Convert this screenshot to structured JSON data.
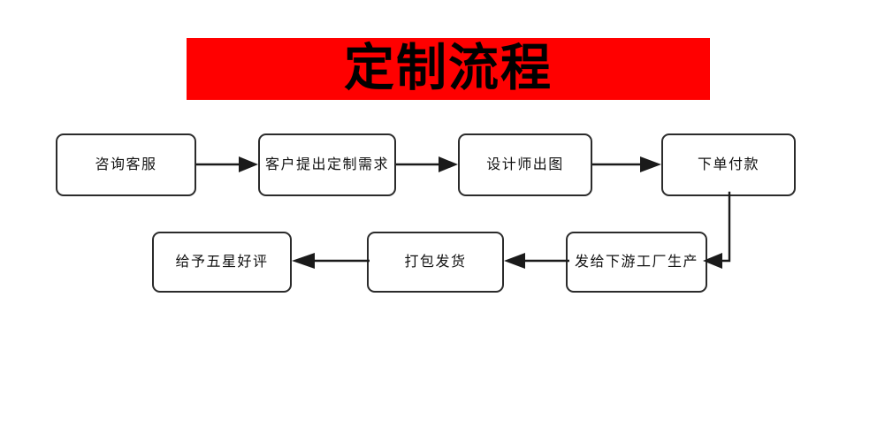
{
  "title": {
    "text": "定制流程",
    "banner_color": "#ff0000",
    "text_color": "#000000"
  },
  "diagram": {
    "box_border_color": "#2b2b2b",
    "box_fill_color": "#ffffff",
    "connector_color": "#1a1a1a",
    "rows": [
      {
        "name": "row-1",
        "boxes": [
          {
            "id": "box-1",
            "label": "咨询客服"
          },
          {
            "id": "box-2",
            "label": "客户提出定制需求"
          },
          {
            "id": "box-3",
            "label": "设计师出图"
          },
          {
            "id": "box-4",
            "label": "下单付款"
          }
        ]
      },
      {
        "name": "row-2",
        "boxes": [
          {
            "id": "box-5",
            "label": "发给下游工厂生产"
          },
          {
            "id": "box-6",
            "label": "打包发货"
          },
          {
            "id": "box-7",
            "label": "给予五星好评"
          }
        ]
      }
    ],
    "connectors": [
      {
        "id": "conn-1",
        "from": "box-1",
        "to": "box-2",
        "direction": "right"
      },
      {
        "id": "conn-2",
        "from": "box-2",
        "to": "box-3",
        "direction": "right"
      },
      {
        "id": "conn-3",
        "from": "box-3",
        "to": "box-4",
        "direction": "right"
      },
      {
        "id": "conn-4",
        "from": "box-4",
        "to": "box-5",
        "direction": "down-left"
      },
      {
        "id": "conn-5",
        "from": "box-5",
        "to": "box-6",
        "direction": "left"
      },
      {
        "id": "conn-6",
        "from": "box-6",
        "to": "box-7",
        "direction": "left"
      }
    ]
  }
}
